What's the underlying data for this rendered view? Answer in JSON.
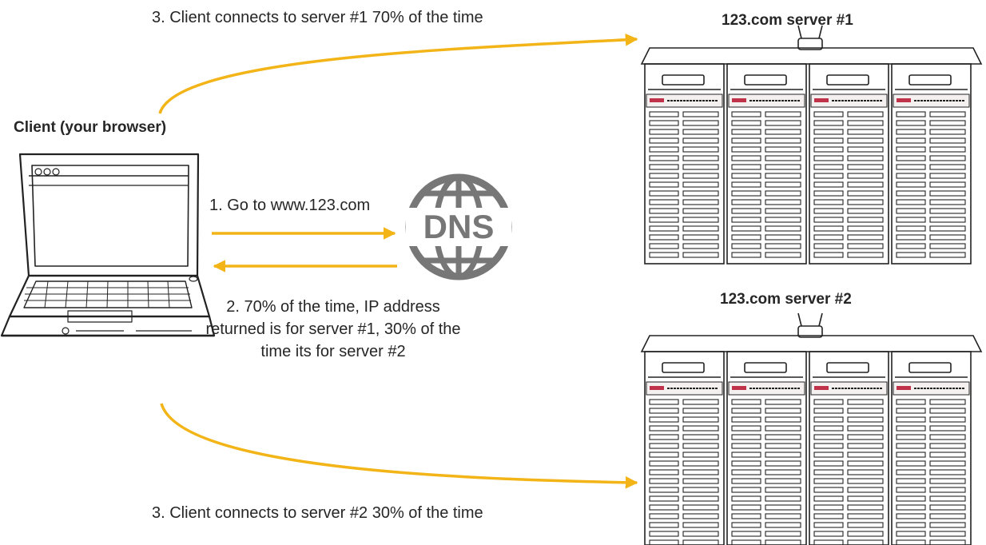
{
  "colors": {
    "arrow": "#f2b416",
    "ink": "#222222",
    "dns_gray": "#777777",
    "rack_red": "#c0314a"
  },
  "icons": {
    "client": "laptop-icon",
    "dns": "globe-dns-icon",
    "server": "server-rack-icon"
  },
  "labels": {
    "client": "Client (your browser)",
    "server1": "123.com server #1",
    "server2": "123.com server #2",
    "dns": "DNS"
  },
  "steps": {
    "request": "1. Go to www.123.com",
    "response": "2. 70% of the time, IP address returned is for server #1, 30% of the time its for server #2",
    "connect_server1": "3. Client connects to server #1 70% of the time",
    "connect_server2": "3. Client connects to server #2 30% of the time"
  }
}
